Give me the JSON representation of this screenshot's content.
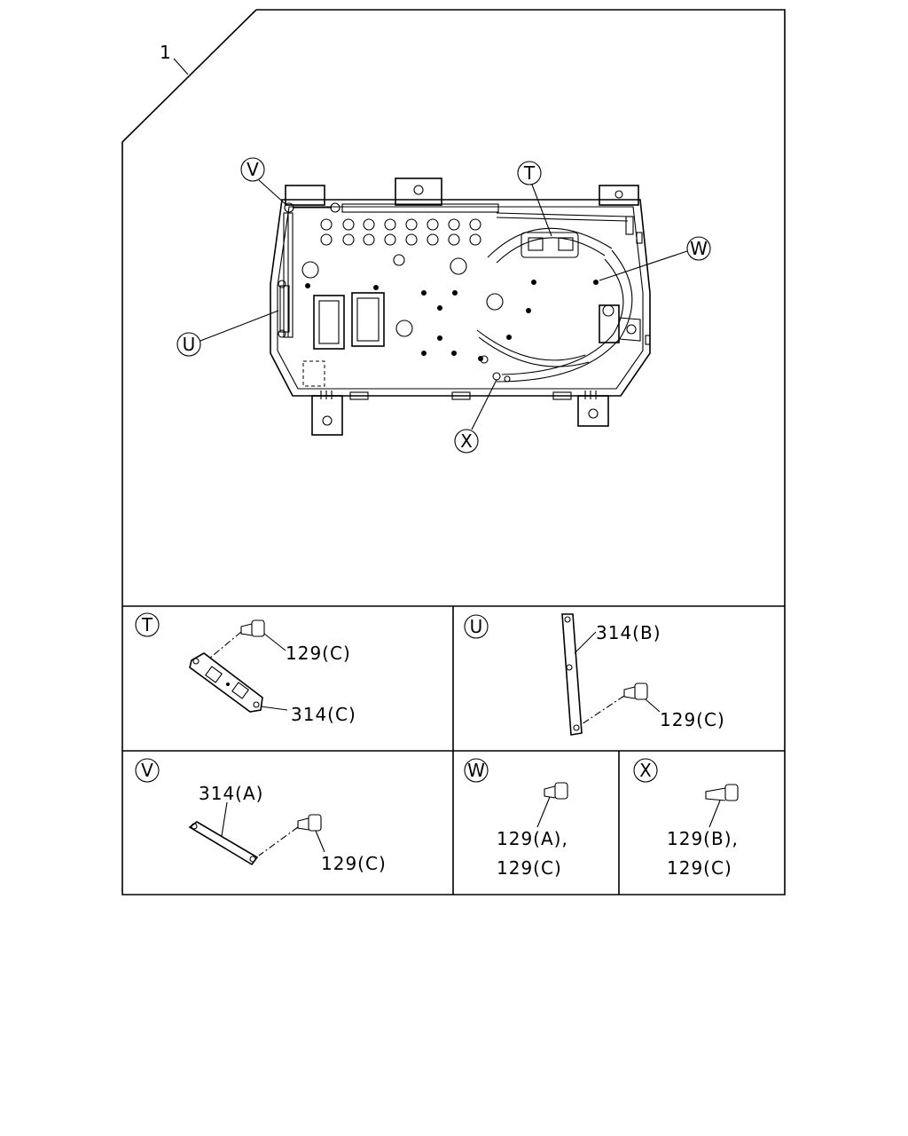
{
  "main": {
    "part_number": "1",
    "callouts": [
      "T",
      "U",
      "V",
      "W",
      "X"
    ]
  },
  "details": {
    "T": {
      "tag": "T",
      "screw": "129(C)",
      "plate": "314(C)"
    },
    "U": {
      "tag": "U",
      "plate": "314(B)",
      "screw": "129(C)"
    },
    "V": {
      "tag": "V",
      "plate": "314(A)",
      "screw": "129(C)"
    },
    "W": {
      "tag": "W",
      "line1": "129(A),",
      "line2": "129(C)"
    },
    "X": {
      "tag": "X",
      "line1": "129(B),",
      "line2": "129(C)"
    }
  }
}
